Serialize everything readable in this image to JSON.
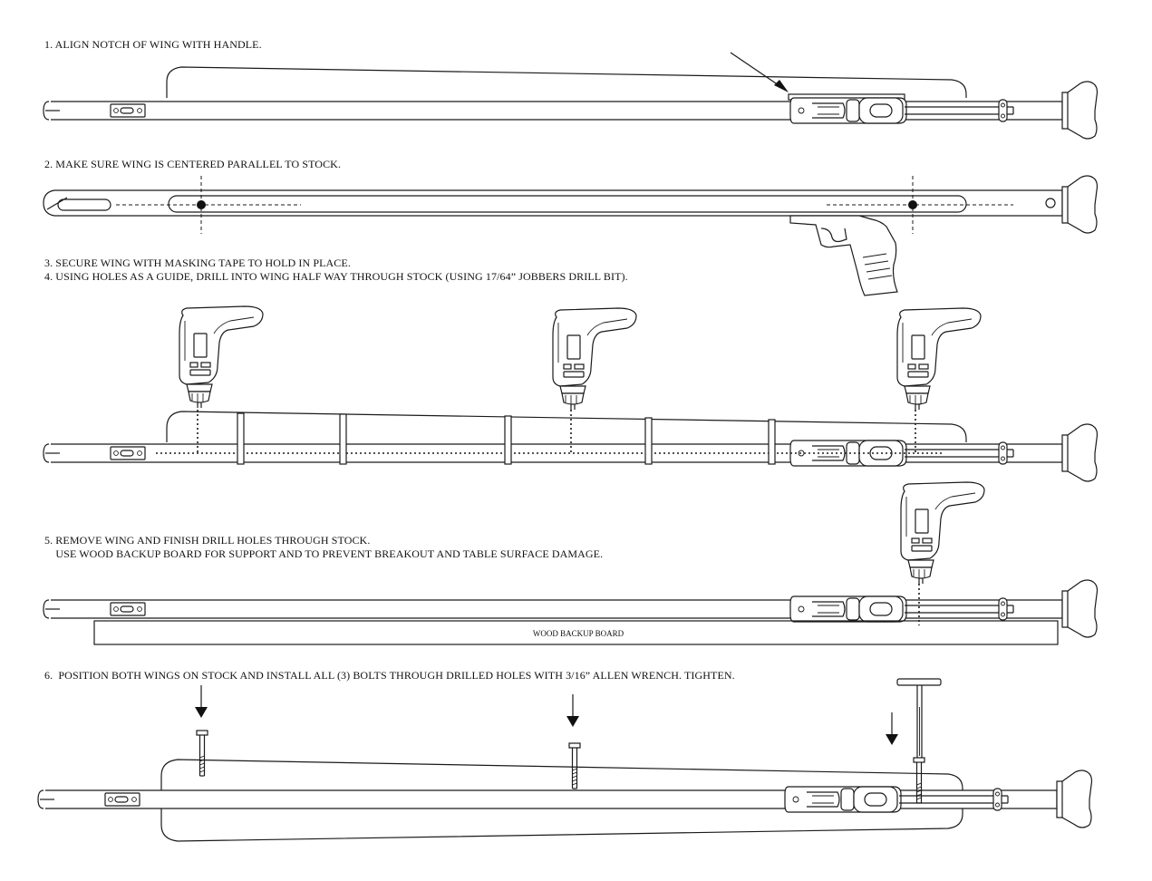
{
  "steps": [
    {
      "id": 1,
      "text": "1. ALIGN NOTCH OF WING WITH HANDLE."
    },
    {
      "id": 2,
      "text": "2. MAKE SURE WING IS CENTERED PARALLEL TO STOCK."
    },
    {
      "id": 3,
      "text": "3. SECURE WING WITH MASKING TAPE TO HOLD IN PLACE."
    },
    {
      "id": 4,
      "text": "4. USING HOLES AS A GUIDE, DRILL INTO WING HALF WAY THROUGH STOCK (USING 17/64” JOBBERS DRILL BIT)."
    },
    {
      "id": 5,
      "text": "5. REMOVE WING AND FINISH DRILL HOLES THROUGH STOCK."
    },
    {
      "id": "5b",
      "text": "    USE WOOD BACKUP BOARD FOR SUPPORT AND TO PREVENT BREAKOUT AND TABLE SURFACE DAMAGE."
    },
    {
      "id": 6,
      "text": "6.  POSITION BOTH WINGS ON STOCK AND INSTALL ALL (3) BOLTS THROUGH DRILLED HOLES WITH 3/16” ALLEN WRENCH. TIGHTEN."
    }
  ],
  "labels": {
    "backup_board": "WOOD BACKUP BOARD"
  },
  "icons": [
    "drill-icon",
    "arrow-icon",
    "bolt-icon",
    "allen-wrench-icon",
    "speargun-stock-icon",
    "wing-icon"
  ]
}
